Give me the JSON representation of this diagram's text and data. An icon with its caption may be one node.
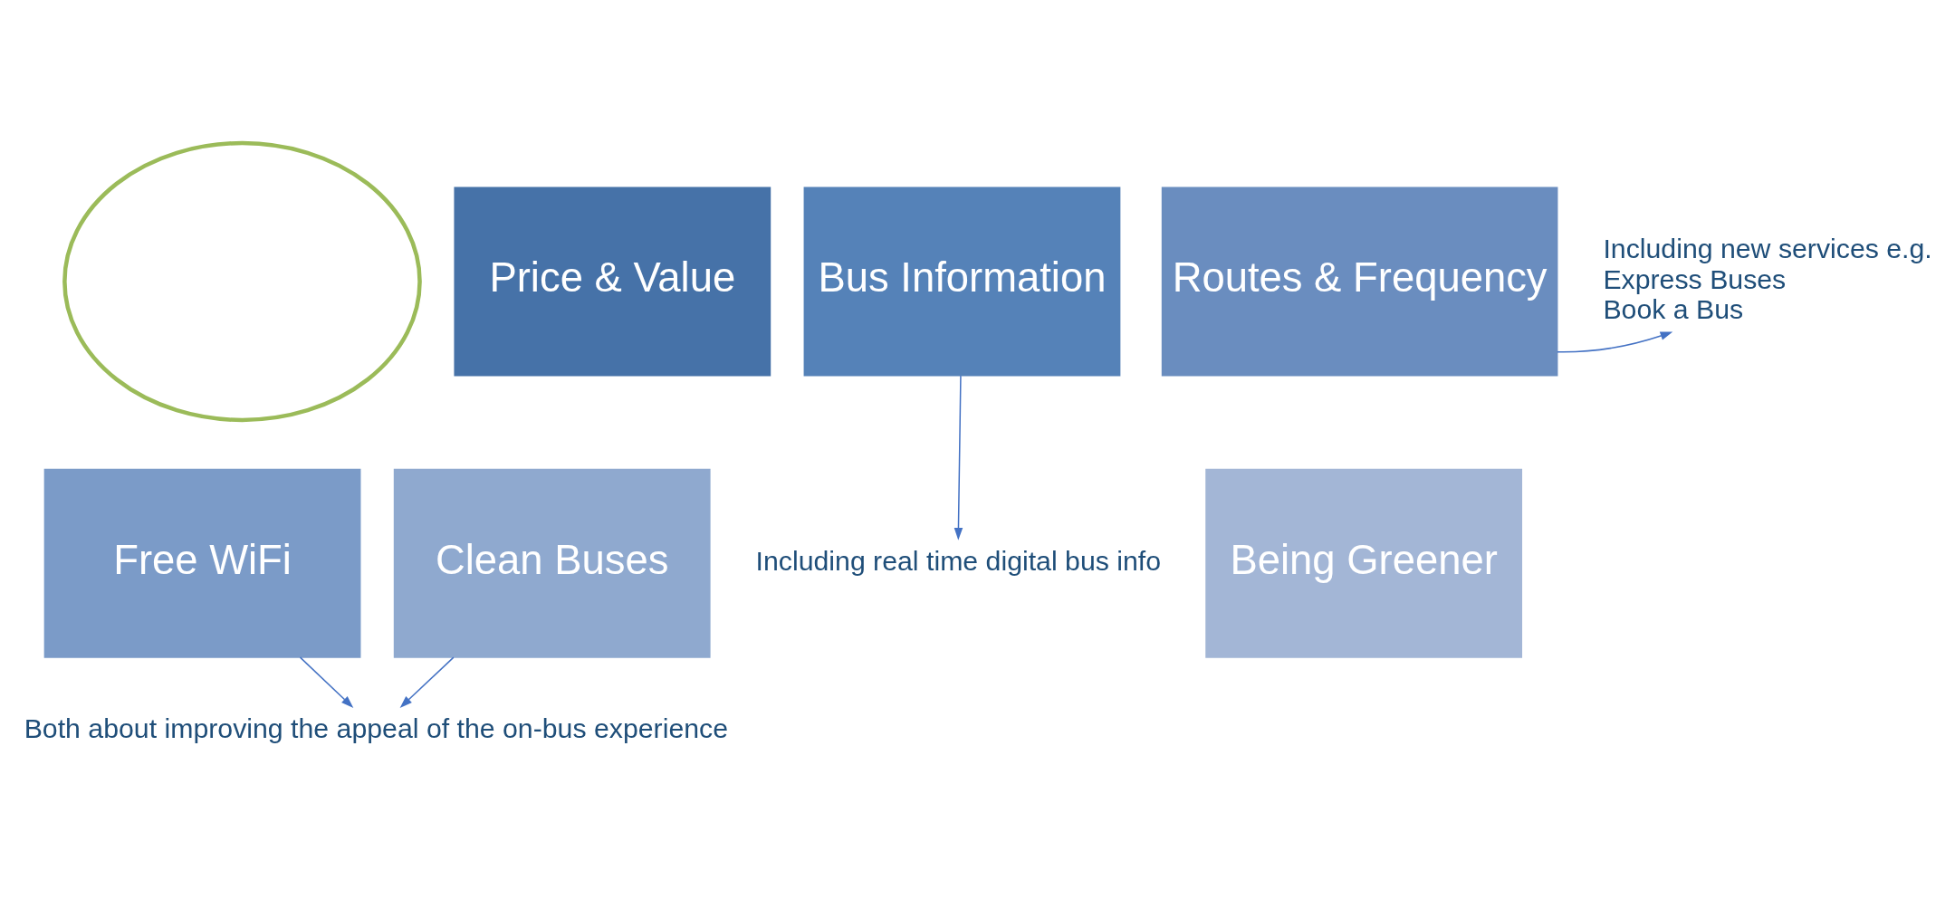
{
  "diagram": {
    "nodes": [
      {
        "text": [
          "Price & Value"
        ]
      },
      {
        "text": [
          "Bus Information"
        ]
      },
      {
        "text": [
          "Routes & Frequency"
        ]
      },
      {
        "text": [
          "Free WiFi"
        ]
      },
      {
        "text": [
          "Clean Buses"
        ]
      },
      {
        "text": [
          "Being Greener"
        ]
      },
      {
        "text": [
          "Including real time digital bus info"
        ]
      },
      {
        "text": [
          "Including new services e.g.",
          "Express Buses",
          "Book a Bus"
        ]
      },
      {
        "text": [
          "Both about improving the appeal of the on-bus experience"
        ]
      },
      {
        "text": [],
        "shape": "ellipse"
      }
    ],
    "edges": [
      {
        "from": 1,
        "to": 6,
        "arrow": "to"
      },
      {
        "from": 2,
        "to": 7,
        "arrow": "to"
      },
      {
        "from": 3,
        "to": 8,
        "arrow": "to"
      },
      {
        "from": 4,
        "to": 8,
        "arrow": "to"
      }
    ]
  }
}
